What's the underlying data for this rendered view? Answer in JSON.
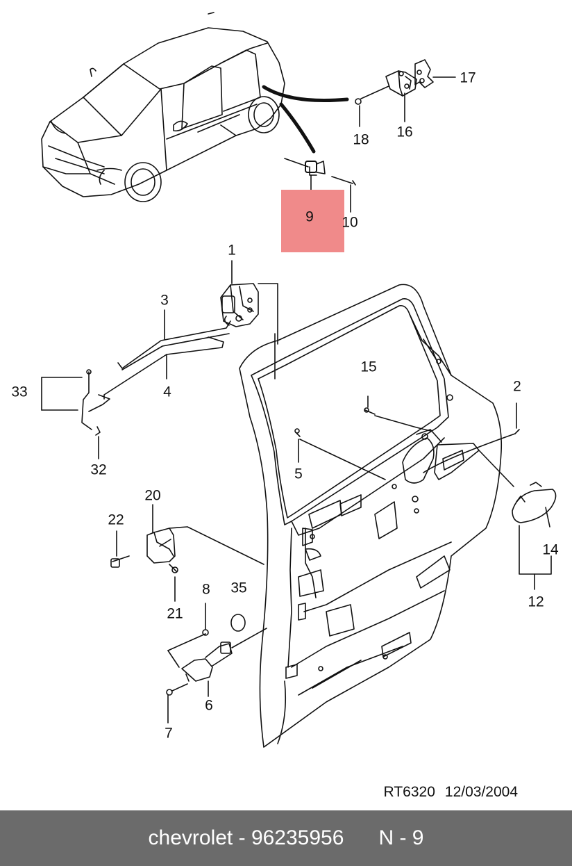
{
  "highlight": {
    "part": "9",
    "color": "#f08a8a"
  },
  "callouts": [
    "1",
    "2",
    "3",
    "4",
    "5",
    "6",
    "7",
    "8",
    "9",
    "10",
    "12",
    "14",
    "15",
    "16",
    "17",
    "18",
    "20",
    "21",
    "22",
    "32",
    "33",
    "35"
  ],
  "reference": {
    "code": "RT6320",
    "date": "12/03/2004"
  },
  "footer": {
    "brand": "chevrolet",
    "separator": " - ",
    "part_number": "96235956",
    "section": "N - 9",
    "background": "#6b6b6b"
  }
}
